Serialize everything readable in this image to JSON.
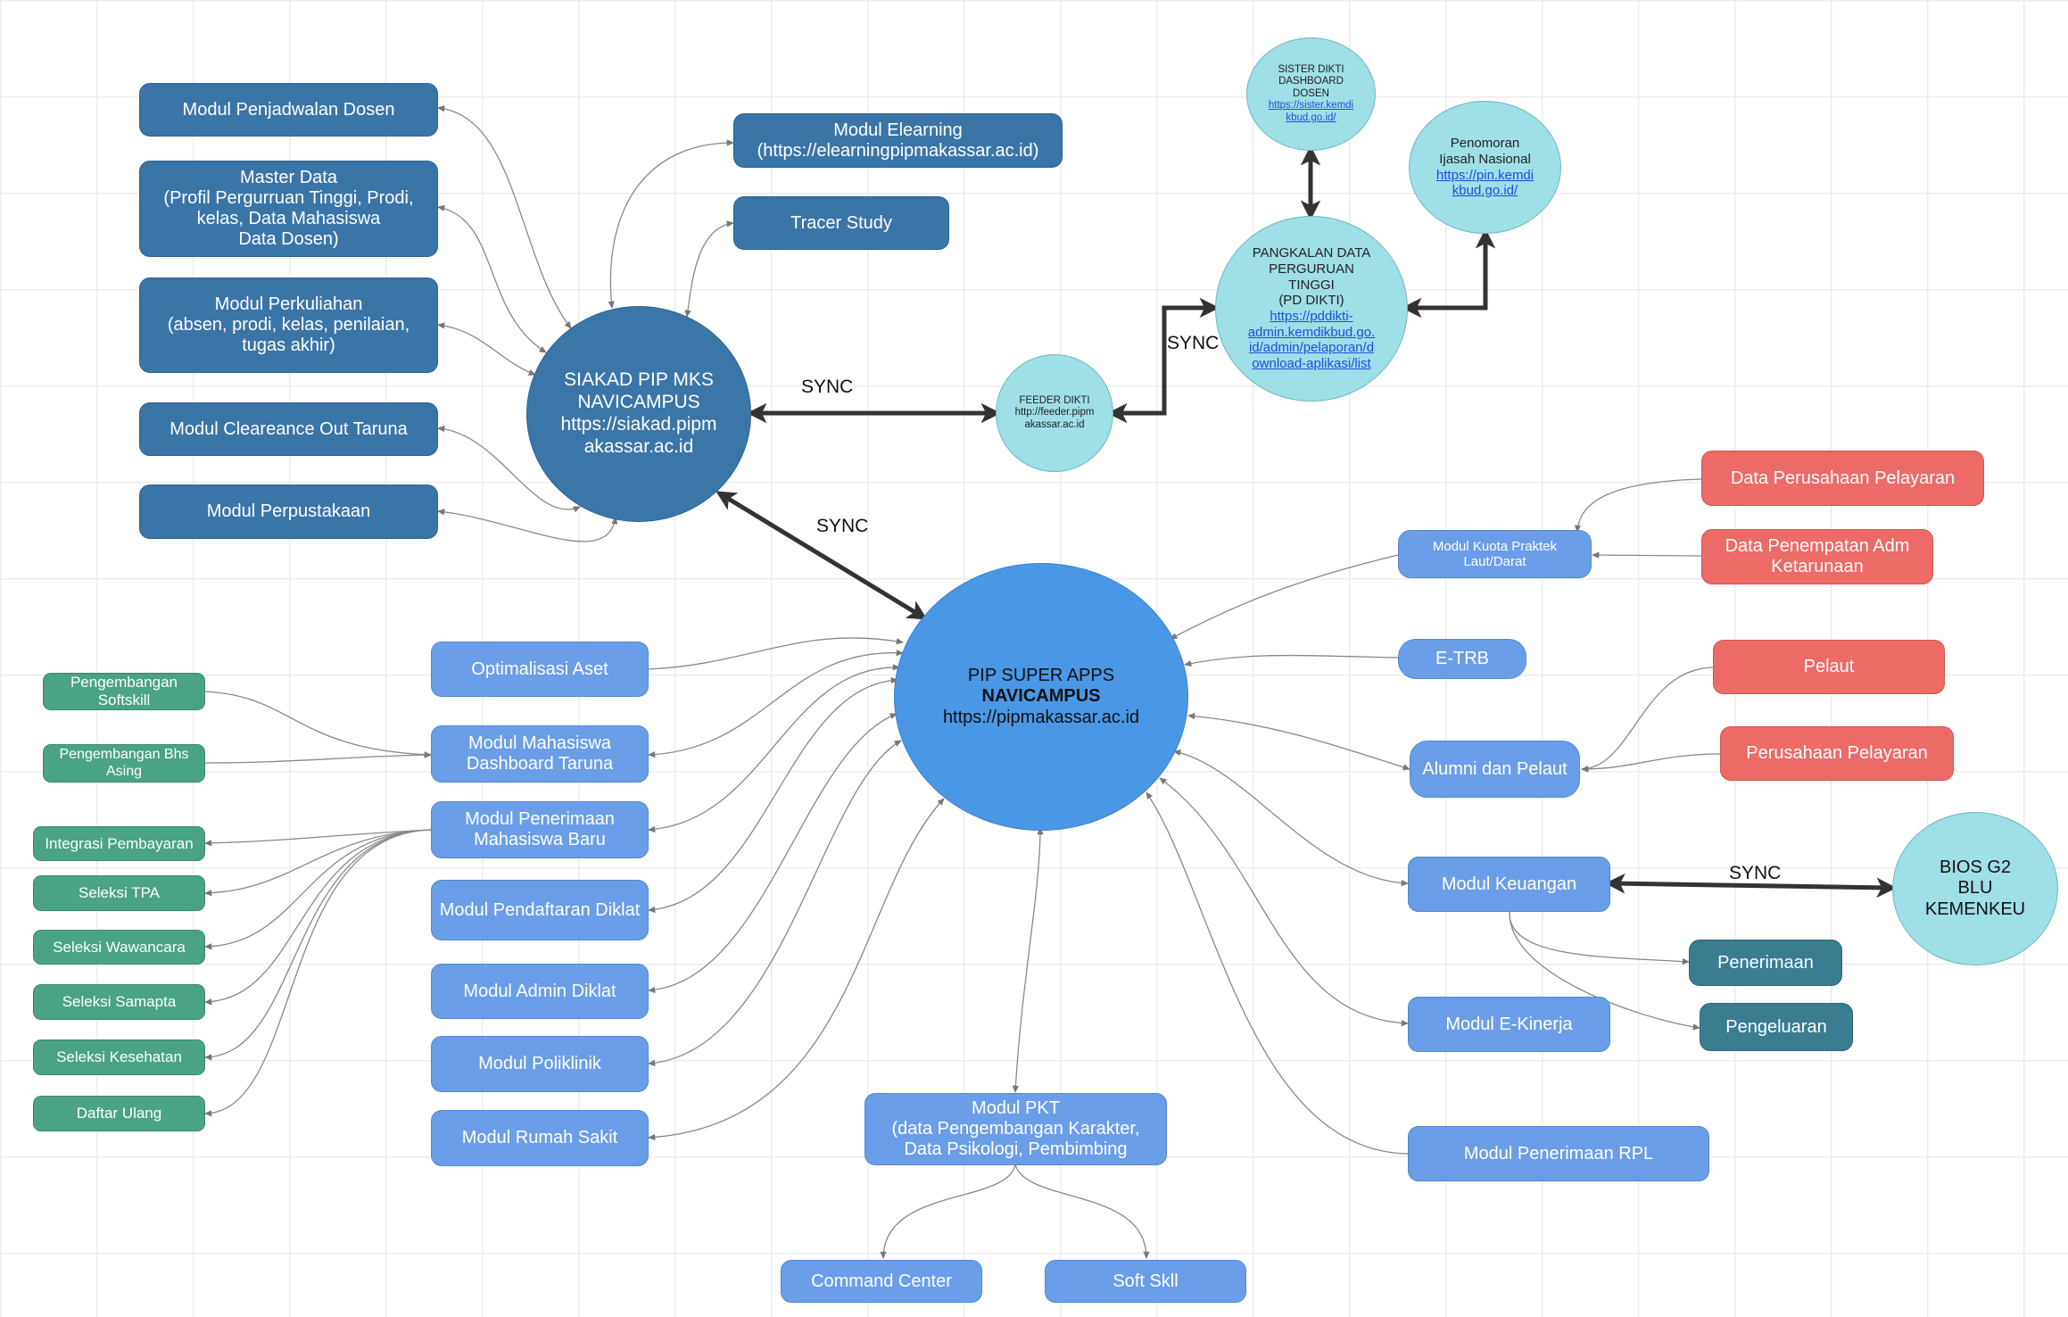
{
  "nodes": {
    "modul_penjadwalan": "Modul Penjadwalan Dosen",
    "master_data": "Master Data\n(Profil Pergurruan Tinggi, Prodi,\nkelas, Data Mahasiswa\nData Dosen)",
    "modul_perkuliahan": "Modul Perkuliahan\n(absen, prodi, kelas, penilaian,\ntugas akhir)",
    "modul_clearance": "Modul Cleareance  Out Taruna",
    "modul_perpustakaan": "Modul Perpustakaan",
    "modul_elearning": "Modul Elearning\n(https://elearningpipmakassar.ac.id)",
    "tracer_study": "Tracer Study",
    "siakad": {
      "line1": "SIAKAD PIP MKS",
      "line2": "NAVICAMPUS",
      "line3": "https://siakad.pipm",
      "line4": "akassar.ac.id"
    },
    "feeder": {
      "line1": "FEEDER DIKTI",
      "line2": "http://feeder.pipm",
      "line3": "akassar.ac.id"
    },
    "pddikti": {
      "title": "PANGKALAN DATA\nPERGURUAN\nTINGGI\n(PD DIKTI)",
      "link": "https://pddikti-\nadmin.kemdikbud.go.\nid/admin/pelaporan/d\nownload-aplikasi/list"
    },
    "sister": {
      "title": "SISTER DIKTI\nDASHBOARD\nDOSEN",
      "link": "https://sister.kemdi\nkbud.go.id/"
    },
    "ijasah": {
      "title": "Penomoran\nIjasah Nasional",
      "link": "https://pin.kemdi\nkbud.go.id/"
    },
    "super_app": {
      "line1": "PIP SUPER APPS",
      "line2": "NAVICAMPUS",
      "line3": "https://pipmakassar.ac.id"
    },
    "optimalisasi_aset": "Optimalisasi Aset",
    "modul_mahasiswa": "Modul Mahasiswa\nDashboard Taruna",
    "modul_penerimaan_mhs": "Modul Penerimaan\nMahasiswa Baru",
    "modul_pendaftaran_diklat": "Modul Pendaftaran Diklat",
    "modul_admin_diklat": "Modul Admin Diklat",
    "modul_poliklinik": "Modul Poliklinik",
    "modul_rumah_sakit": "Modul Rumah Sakit",
    "modul_pkt": "Modul PKT\n(data Pengembangan Karakter,\nData Psikologi, Pembimbing",
    "command_center": "Command Center",
    "soft_skill": "Soft Skll",
    "pengembangan_softskill": "Pengembangan  Softskill",
    "pengembangan_bhs": "Pengembangan Bhs\nAsing",
    "integrasi_pembayaran": "Integrasi Pembayaran",
    "seleksi_tpa": "Seleksi TPA",
    "seleksi_wawancara": "Seleksi Wawancara",
    "seleksi_samapta": "Seleksi Samapta",
    "seleksi_kesehatan": "Seleksi Kesehatan",
    "daftar_ulang": "Daftar Ulang",
    "modul_kuota": "Modul Kuota Praktek\nLaut/Darat",
    "etrb": "E-TRB",
    "alumni": "Alumni dan Pelaut",
    "modul_keuangan": "Modul Keuangan",
    "modul_ekinerja": "Modul E-Kinerja",
    "modul_rpl": "Modul Penerimaan RPL",
    "data_perusahaan": "Data Perusahaan Pelayaran",
    "data_penempatan": "Data Penempatan Adm\nKetarunaan",
    "pelaut": "Pelaut",
    "perusahaan_pelayaran": "Perusahaan Pelayaran",
    "penerimaan": "Penerimaan",
    "pengeluaran": "Pengeluaran",
    "bios": "BIOS G2\nBLU\nKEMENKEU"
  },
  "sync_labels": {
    "siakad_feeder": "SYNC",
    "feeder_pddikti": "SYNC",
    "siakad_super": "SYNC",
    "keuangan_bios": "SYNC"
  },
  "colors": {
    "dark_blue": "#3a75a8",
    "mid_blue": "#6a9ee8",
    "green": "#4aa384",
    "red": "#ec6b67",
    "teal": "#3a7d91",
    "light_cyan": "#9fdfe6",
    "super_blue": "#4a97e6"
  }
}
